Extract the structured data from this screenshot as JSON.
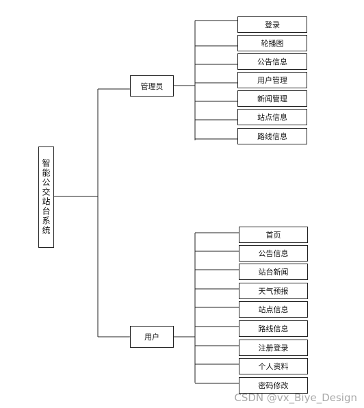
{
  "root": {
    "label": "智能公交站台系统"
  },
  "admin": {
    "label": "管理员",
    "items": [
      "登录",
      "轮播图",
      "公告信息",
      "用户管理",
      "新闻管理",
      "站点信息",
      "路线信息"
    ]
  },
  "user": {
    "label": "用户",
    "items": [
      "首页",
      "公告信息",
      "站台新闻",
      "天气预报",
      "站点信息",
      "路线信息",
      "注册登录",
      "个人资料",
      "密码修改"
    ]
  },
  "watermark": "CSDN @vx_Biye_Design"
}
